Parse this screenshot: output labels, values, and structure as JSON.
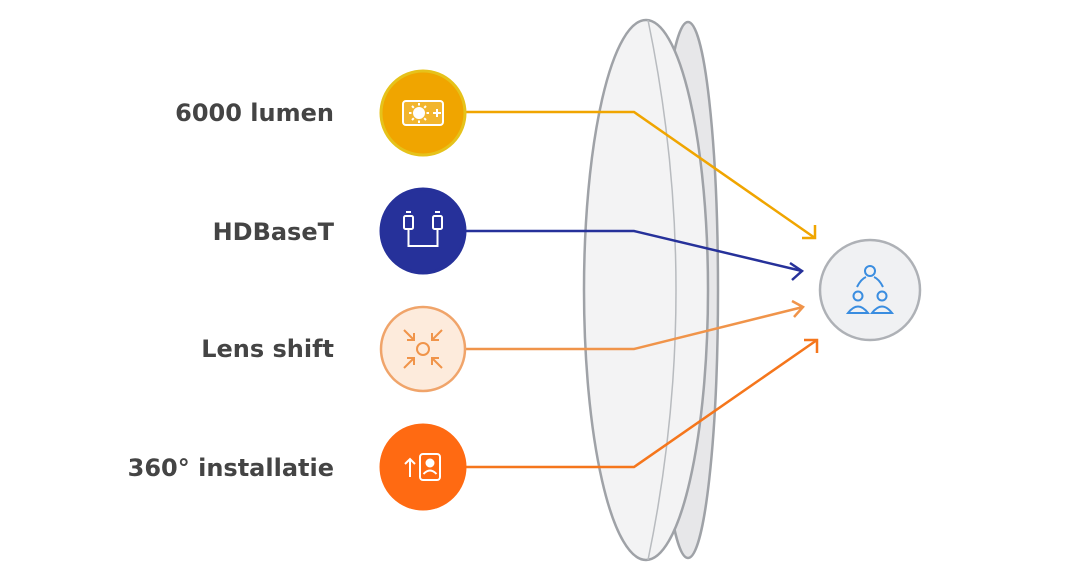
{
  "features": [
    {
      "label": "6000 lumen",
      "icon": "brightness-icon",
      "fill": "#F0A500",
      "ring": "#E6C21A",
      "arrow": "#F0A500"
    },
    {
      "label": "HDBaseT",
      "icon": "hdbaset-connector-icon",
      "fill": "#26319A",
      "ring": "#26319A",
      "arrow": "#26319A"
    },
    {
      "label": "Lens shift",
      "icon": "lens-shift-icon",
      "fill": "#FDEBDC",
      "ring": "#F0A46A",
      "arrow": "#F0944A"
    },
    {
      "label": "360° installatie",
      "icon": "rotation-installation-icon",
      "fill": "#FF6A12",
      "ring": "#FF6A12",
      "arrow": "#F5761C"
    }
  ],
  "target": {
    "icon": "audience-group-icon",
    "fill": "#F0F1F3",
    "ring": "#AEB1B6",
    "icon_color": "#3A8DE0"
  },
  "lens": {
    "icon": "lens-shape",
    "stroke": "#9FA2A7",
    "fill": "#F3F3F4"
  }
}
